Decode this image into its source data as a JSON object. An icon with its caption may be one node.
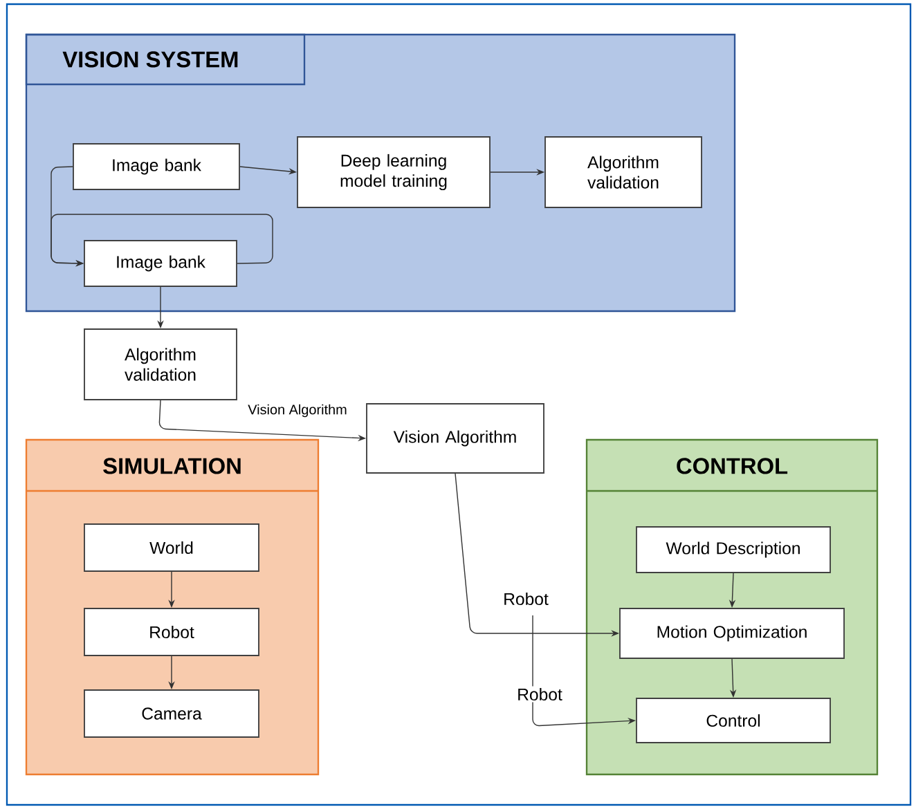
{
  "diagram": {
    "nodes": [
      {
        "text": [
          "VISION SYSTEM"
        ]
      },
      {
        "text": [
          "Image bank"
        ],
        "in": 0
      },
      {
        "text": [
          "Deep learning model training"
        ],
        "in": 0
      },
      {
        "text": [
          "Algorithm validation"
        ],
        "in": 0
      },
      {
        "text": [
          "Image bank"
        ],
        "in": 0
      },
      {
        "text": [
          "Algorithm validation"
        ]
      },
      {
        "text": [
          "Vision Algorithm"
        ]
      },
      {
        "text": [
          "SIMULATION"
        ]
      },
      {
        "text": [
          "World"
        ],
        "in": 7
      },
      {
        "text": [
          "Robot"
        ],
        "in": 7
      },
      {
        "text": [
          "Camera"
        ],
        "in": 7
      },
      {
        "text": [
          "CONTROL"
        ]
      },
      {
        "text": [
          "World Description"
        ],
        "in": 11
      },
      {
        "text": [
          "Motion Optimization"
        ],
        "in": 11
      },
      {
        "text": [
          "Control"
        ],
        "in": 11
      }
    ],
    "edges": [
      {
        "from": 1,
        "to": 2,
        "arrow": "to"
      },
      {
        "from": 2,
        "to": 3,
        "arrow": "to"
      },
      {
        "from": 1,
        "to": 4,
        "arrow": "to"
      },
      {
        "from": 4,
        "to": 4,
        "arrow": "to"
      },
      {
        "from": 4,
        "to": 5,
        "arrow": "to"
      },
      {
        "from": 5,
        "to": 6,
        "arrow": "to",
        "label": "Vision Algorithm"
      },
      {
        "from": 8,
        "to": 9,
        "arrow": "to"
      },
      {
        "from": 9,
        "to": 10,
        "arrow": "to"
      },
      {
        "from": 6,
        "to": 13,
        "arrow": "to",
        "label": "Robot"
      },
      {
        "from": 12,
        "to": 13,
        "arrow": "to"
      },
      {
        "from": 13,
        "to": 14,
        "arrow": "to"
      },
      {
        "from": null,
        "to": 14,
        "arrow": "to",
        "label": "Robot"
      }
    ]
  }
}
